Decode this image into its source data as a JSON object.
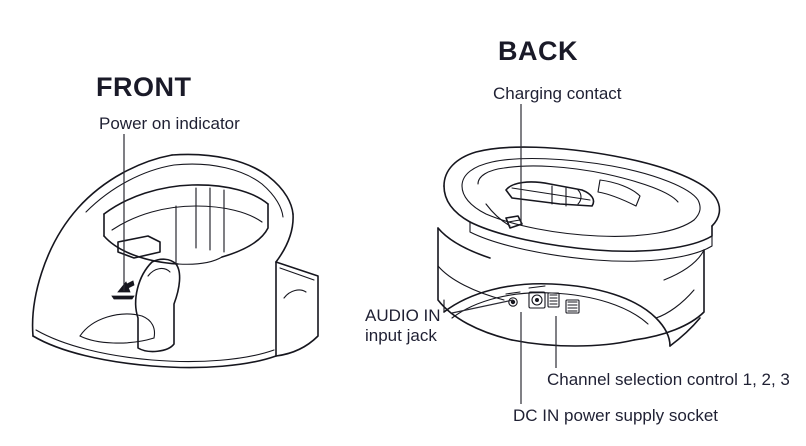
{
  "page": {
    "background_color": "#ffffff",
    "line_color": "#16161e",
    "text_color": "#1f2033",
    "heading_color": "#1a1a28"
  },
  "front_view": {
    "heading": "FRONT",
    "callouts": [
      {
        "name": "power-on-indicator",
        "text": "Power on indicator"
      }
    ]
  },
  "back_view": {
    "heading": "BACK",
    "callouts": [
      {
        "name": "charging-contact",
        "text": "Charging contact"
      },
      {
        "name": "audio-in-input-jack",
        "line1": "AUDIO IN",
        "line2": "input jack"
      },
      {
        "name": "channel-selection-control",
        "text": "Channel selection control 1, 2, 3"
      },
      {
        "name": "dc-in-power-supply-socket",
        "text": "DC IN power supply socket"
      }
    ]
  },
  "labels": {
    "power_on_indicator": "Power on indicator",
    "charging_contact": "Charging contact",
    "audio_in_line1": "AUDIO IN",
    "audio_in_line2": "input jack",
    "channel_selection": "Channel selection control 1, 2, 3",
    "dc_in_socket": "DC IN power supply socket",
    "heading_front": "FRONT",
    "heading_back": "BACK"
  },
  "icons": {
    "power_indicator": "led-indicator-icon",
    "audio_jack": "audio-jack-port-icon",
    "channel_switch": "channel-switch-icon",
    "dc_socket": "dc-power-socket-icon",
    "charging_contact": "charging-contact-icon"
  }
}
